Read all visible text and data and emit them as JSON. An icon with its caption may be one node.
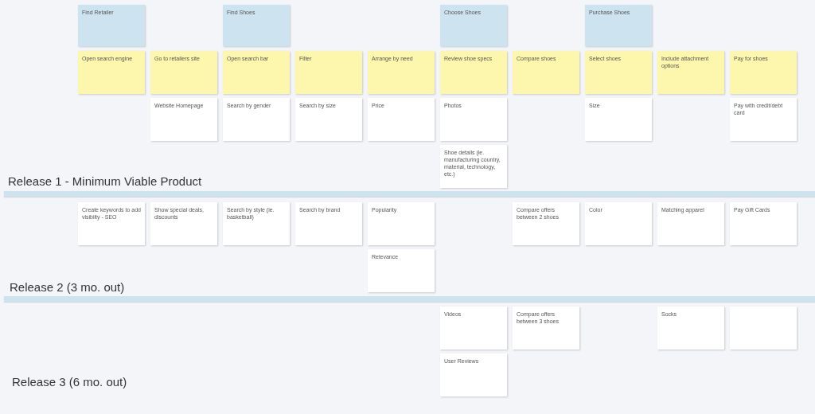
{
  "diagram": {
    "nodes": [
      {
        "text": [
          "Find Retailer"
        ]
      },
      {
        "text": [
          "Find Shoes"
        ]
      },
      {
        "text": [
          "Choose Shoes"
        ]
      },
      {
        "text": [
          "Purchase Shoes"
        ]
      },
      {
        "text": [
          "Open search engine"
        ]
      },
      {
        "text": [
          "Go to retailers site"
        ]
      },
      {
        "text": [
          "Open search bar"
        ]
      },
      {
        "text": [
          "Filter"
        ]
      },
      {
        "text": [
          "Arrange by need"
        ]
      },
      {
        "text": [
          "Review shoe specs"
        ]
      },
      {
        "text": [
          "Compare shoes"
        ]
      },
      {
        "text": [
          "Select shoes"
        ]
      },
      {
        "text": [
          "Include attachment options"
        ]
      },
      {
        "text": [
          "Pay for shoes"
        ]
      },
      {
        "text": [
          "Website Homepage"
        ]
      },
      {
        "text": [
          "Search by gender"
        ]
      },
      {
        "text": [
          "Search by size"
        ]
      },
      {
        "text": [
          "Price"
        ]
      },
      {
        "text": [
          "Photos"
        ]
      },
      {
        "text": [
          "Size"
        ]
      },
      {
        "text": [
          "Pay with credit/debt card"
        ]
      },
      {
        "text": [
          "Shoe details (ie. manufacturing country, material, technology, etc.)"
        ]
      },
      {
        "text": [
          "Create keywords to add visibilty - SEO"
        ]
      },
      {
        "text": [
          "Show special deals, discounts"
        ]
      },
      {
        "text": [
          "Search by style (ie. basketball)"
        ]
      },
      {
        "text": [
          "Search by brand"
        ]
      },
      {
        "text": [
          "Popularity"
        ]
      },
      {
        "text": [
          "Compare offers  between 2 shoes"
        ]
      },
      {
        "text": [
          "Color"
        ]
      },
      {
        "text": [
          "Matching apparel"
        ]
      },
      {
        "text": [
          "Pay Gift Cards"
        ]
      },
      {
        "text": [
          "Relevance"
        ]
      },
      {
        "text": [
          "Videos"
        ]
      },
      {
        "text": [
          "Compare offers between 3 shoes"
        ]
      },
      {
        "text": [
          "Socks"
        ]
      },
      {
        "text": [],
        "shape": "box"
      },
      {
        "text": [
          "User Reviews"
        ]
      }
    ],
    "labels": [
      "Release 1 - Minimum Viable Product",
      "Release 2 (3 mo. out)",
      "Release 3 (6 mo. out)"
    ]
  }
}
